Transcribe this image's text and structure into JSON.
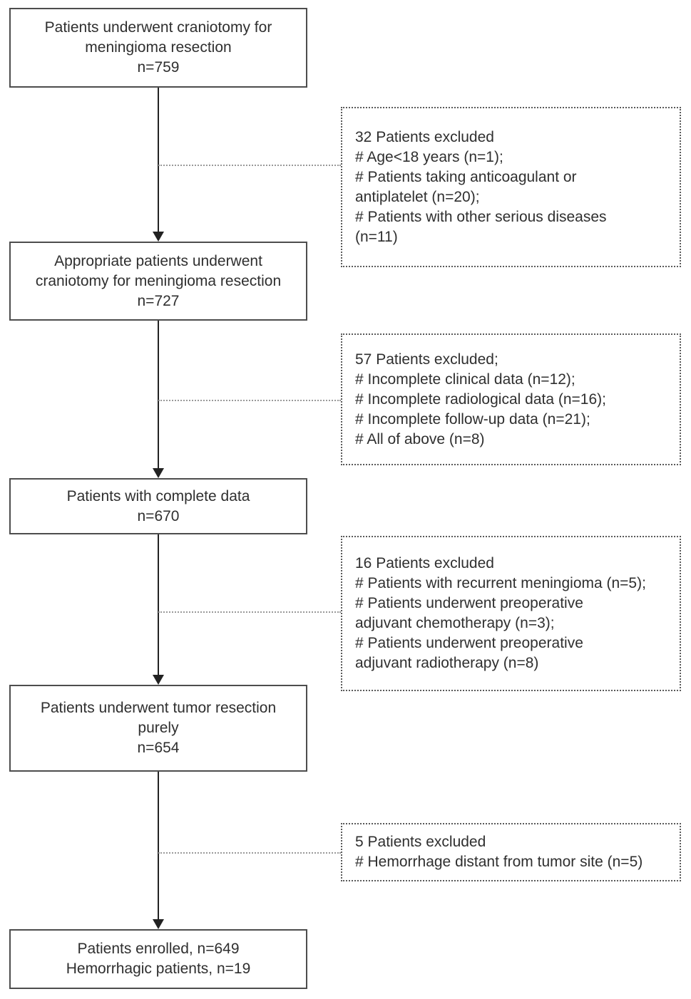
{
  "figure": {
    "type": "patient-enrollment-flowchart",
    "colors": {
      "box_border": "#4d4d4d",
      "exclusion_border": "#5a5a5a",
      "connector_dotted": "#9a9a9a",
      "arrow": "#222222",
      "text": "#2f2f2f"
    },
    "main_boxes": [
      {
        "n": 759,
        "text": "Patients underwent craniotomy for\nmeningioma resection\nn=759"
      },
      {
        "n": 727,
        "text": "Appropriate patients underwent\ncraniotomy for meningioma resection\nn=727"
      },
      {
        "n": 670,
        "text": "Patients with complete data\nn=670"
      },
      {
        "n": 654,
        "text": "Patients underwent tumor resection\npurely\nn=654"
      },
      {
        "n": 649,
        "hemorrhagic_n": 19,
        "text": "Patients enrolled, n=649\nHemorrhagic patients, n=19"
      }
    ],
    "exclusion_boxes": [
      {
        "excluded_n": 32,
        "text": "32 Patients excluded\n# Age<18 years (n=1);\n# Patients taking anticoagulant or\nantiplatelet (n=20);\n# Patients with other serious diseases\n(n=11)"
      },
      {
        "excluded_n": 57,
        "text": "57 Patients excluded;\n# Incomplete clinical data (n=12);\n# Incomplete radiological data (n=16);\n# Incomplete follow-up data (n=21);\n# All of above (n=8)"
      },
      {
        "excluded_n": 16,
        "text": "16 Patients excluded\n# Patients with recurrent meningioma (n=5);\n# Patients underwent preoperative\nadjuvant chemotherapy (n=3);\n# Patients underwent preoperative\nadjuvant radiotherapy (n=8)"
      },
      {
        "excluded_n": 5,
        "text": "5 Patients excluded\n# Hemorrhage distant from tumor site (n=5)"
      }
    ]
  }
}
